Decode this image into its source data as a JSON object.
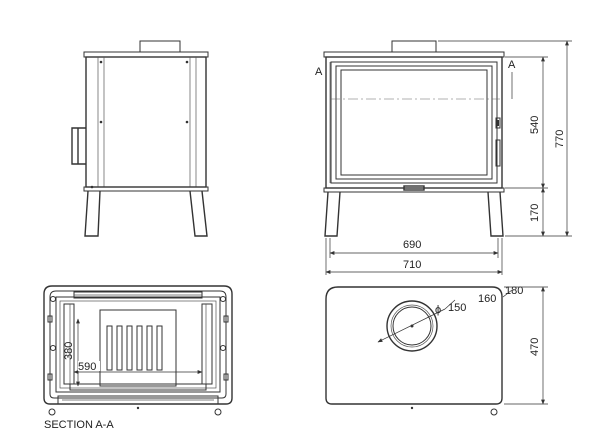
{
  "drawing": {
    "section_marker": "A",
    "dimensions": {
      "firebox_height": "540",
      "total_height": "770",
      "leg_height": "170",
      "front_width_inner": "690",
      "front_width_outer": "710",
      "plan_depth": "470",
      "section_depth": "380",
      "section_width": "590",
      "flue_diameters": "150 160 180",
      "flue_diameter_150": "150",
      "flue_diameter_160": "160",
      "flue_diameter_180": "180"
    },
    "section_caption": "SECTION A-A",
    "diameter_symbol": "ϕ"
  }
}
